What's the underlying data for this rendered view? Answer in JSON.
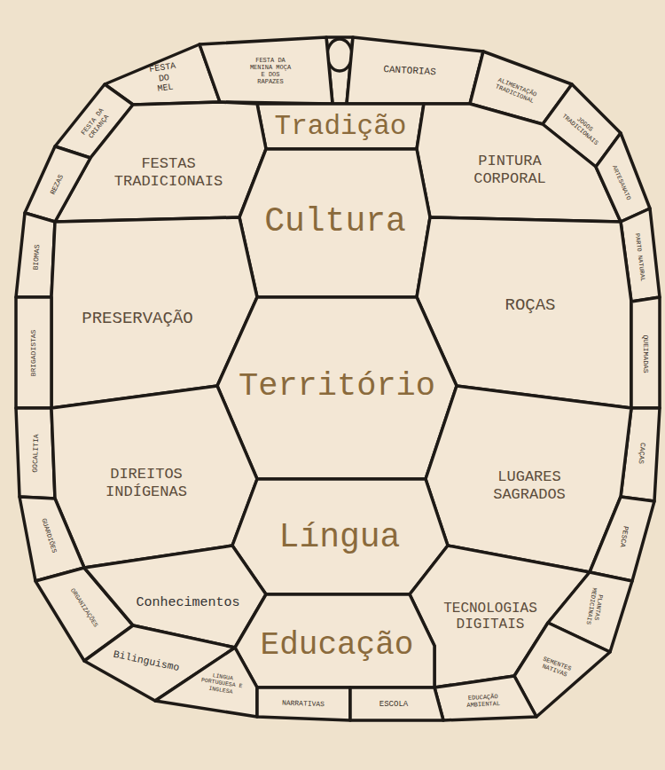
{
  "diagram": {
    "nodes": [
      {
        "text": [
          "FESTA DO MEL"
        ]
      },
      {
        "text": [
          "FESTA DA MENINA MOÇA E DOS RAPAZES"
        ]
      },
      {
        "text": [
          "CANTORIAS"
        ]
      },
      {
        "text": [
          "ALIMENTAÇÃO TRADICIONAL"
        ]
      },
      {
        "text": [
          "Tradição"
        ]
      },
      {
        "text": [
          "FESTA DA CRIANÇA"
        ]
      },
      {
        "text": [
          "JOGOS TRADICIONAIS"
        ]
      },
      {
        "text": [
          "FESTAS TRADICIONAIS"
        ]
      },
      {
        "text": [
          "PINTURA CORPORAL"
        ]
      },
      {
        "text": [
          "REZAS"
        ]
      },
      {
        "text": [
          "Cultura"
        ]
      },
      {
        "text": [
          "ARTESANATO"
        ]
      },
      {
        "text": [
          "BIOMAS"
        ]
      },
      {
        "text": [
          "PARTO NATURAL"
        ]
      },
      {
        "text": [
          "PRESERVAÇÃO"
        ]
      },
      {
        "text": [
          "ROÇAS"
        ]
      },
      {
        "text": [
          "QUEIMADAS"
        ]
      },
      {
        "text": [
          "BRIGADISTAS"
        ]
      },
      {
        "text": [
          "Território"
        ]
      },
      {
        "text": [
          "CAÇAS"
        ]
      },
      {
        "text": [
          "GOCALITIA"
        ]
      },
      {
        "text": [
          "DIREITOS INDÍGENAS"
        ]
      },
      {
        "text": [
          "LUGARES SAGRADOS"
        ]
      },
      {
        "text": [
          "GUARDIÕES"
        ]
      },
      {
        "text": [
          "PESCA"
        ]
      },
      {
        "text": [
          "Língua"
        ]
      },
      {
        "text": [
          "ORGANIZAÇÕES"
        ]
      },
      {
        "text": [
          "Conhecimentos"
        ]
      },
      {
        "text": [
          "TECNOLOGIAS DIGITAIS"
        ]
      },
      {
        "text": [
          "PLANTAS MEDICINAIS"
        ]
      },
      {
        "text": [
          "Educação"
        ]
      },
      {
        "text": [
          "Bilinguismo"
        ]
      },
      {
        "text": [
          "SEMENTES NATIVAS"
        ]
      },
      {
        "text": [
          "LÍNGUA PORTUGUESA E INGLESA"
        ]
      },
      {
        "text": [
          "EDUCAÇÃO AMBIENTAL"
        ]
      },
      {
        "text": [
          "NARRATIVAS"
        ]
      },
      {
        "text": [
          "ESCOLA"
        ]
      }
    ]
  }
}
